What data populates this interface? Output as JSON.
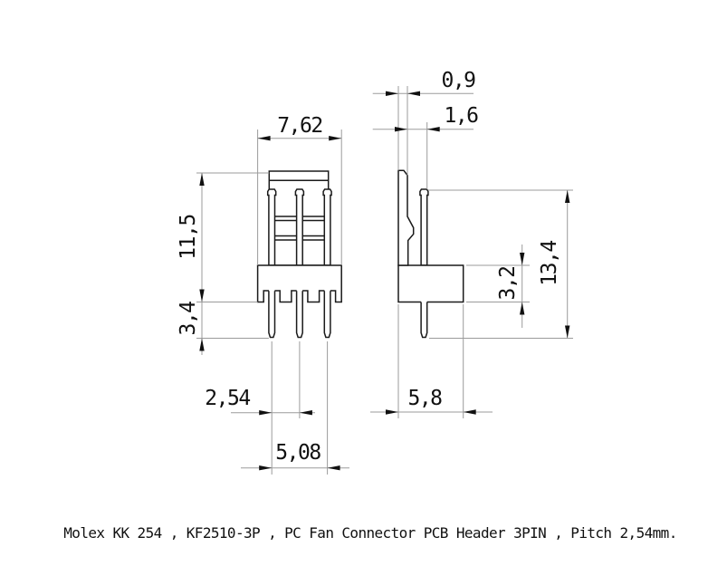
{
  "drawing": {
    "caption": "Molex KK 254 , KF2510-3P , PC Fan Connector PCB Header 3PIN , Pitch 2,54mm.",
    "colors": {
      "object_line": "#1a1a1a",
      "thin_line": "#9b9b9b",
      "text": "#111111",
      "background": "#ffffff"
    },
    "front": {
      "width_label": "7,62",
      "height_label": "11,5",
      "pin_length_label": "3,4",
      "pitch_label": "2,54",
      "span_label": "5,08"
    },
    "side": {
      "tab_thickness_label": "0,9",
      "tab_offset_label": "1,6",
      "base_height_label": "3,2",
      "overall_height_label": "13,4",
      "depth_label": "5,8"
    }
  }
}
